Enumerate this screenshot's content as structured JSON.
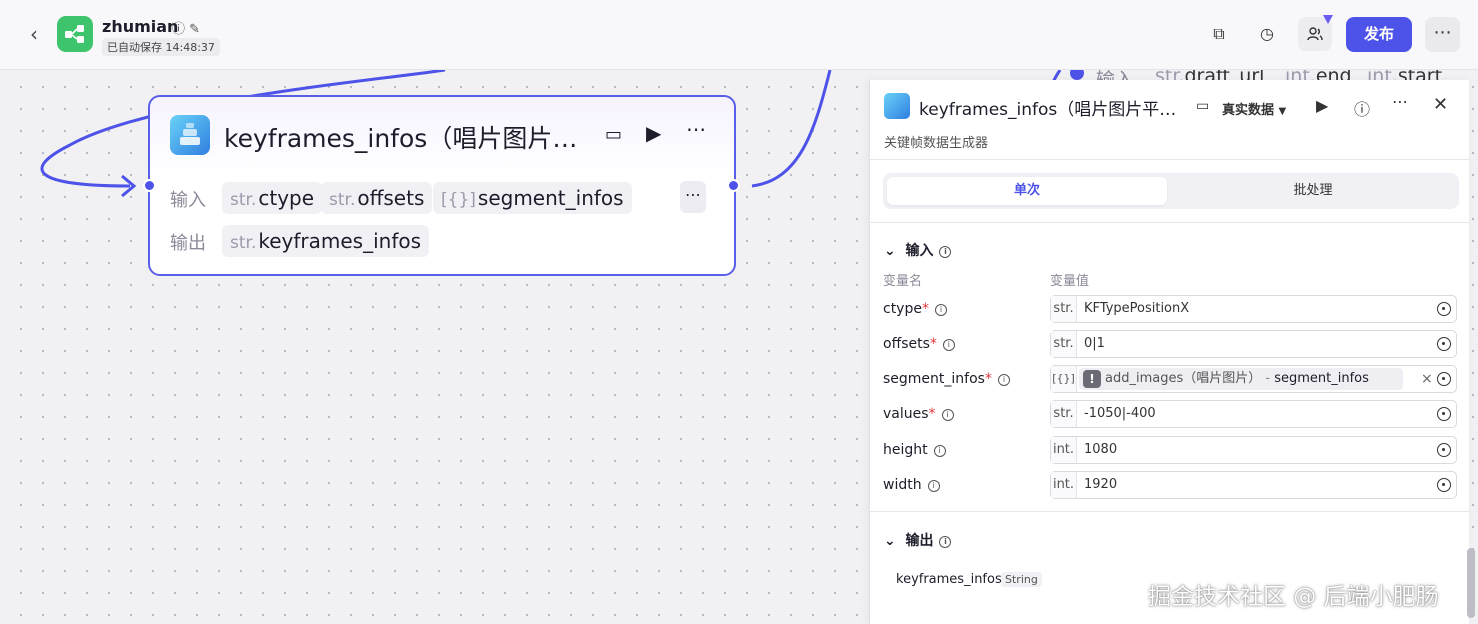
{
  "header": {
    "app_name": "zhumian",
    "saved_text": "已自动保存 14:48:37",
    "publish_label": "发布",
    "accent": "#4d53e8"
  },
  "node": {
    "title": "keyframes_infos（唱片图片平移）",
    "input_label": "输入",
    "output_label": "输出",
    "inputs": [
      {
        "type": "str.",
        "name": "ctype"
      },
      {
        "type": "str.",
        "name": "offsets"
      },
      {
        "type": "[{}]",
        "name": "segment_infos"
      }
    ],
    "outputs": [
      {
        "type": "str.",
        "name": "keyframes_infos"
      }
    ]
  },
  "background_node": {
    "label": "输入",
    "params": [
      {
        "type": "str.",
        "name": "draft_url"
      },
      {
        "type": "int.",
        "name": "end"
      },
      {
        "type": "int.",
        "name": "start"
      }
    ]
  },
  "panel": {
    "title": "keyframes_infos（唱片图片平移）",
    "subtitle": "关键帧数据生成器",
    "data_source": "真实数据",
    "tabs": [
      {
        "label": "单次",
        "active": true
      },
      {
        "label": "批处理",
        "active": false
      }
    ],
    "input_section": "输入",
    "col_name": "变量名",
    "col_value": "变量值",
    "params": [
      {
        "name": "ctype",
        "required": true,
        "type": "str.",
        "value": "KFTypePositionX"
      },
      {
        "name": "offsets",
        "required": true,
        "type": "str.",
        "value": "0|1"
      },
      {
        "name": "segment_infos",
        "required": true,
        "type": "[{}]",
        "ref_source": "add_images（唱片图片）",
        "ref_sep": " - ",
        "ref_field": "segment_infos"
      },
      {
        "name": "values",
        "required": true,
        "type": "str.",
        "value": "-1050|-400"
      },
      {
        "name": "height",
        "required": false,
        "type": "int.",
        "value": "1080"
      },
      {
        "name": "width",
        "required": false,
        "type": "int.",
        "value": "1920"
      }
    ],
    "output_section": "输出",
    "output_name": "keyframes_infos",
    "output_type": "String"
  },
  "watermark": "掘金技术社区 @ 后端小肥肠"
}
